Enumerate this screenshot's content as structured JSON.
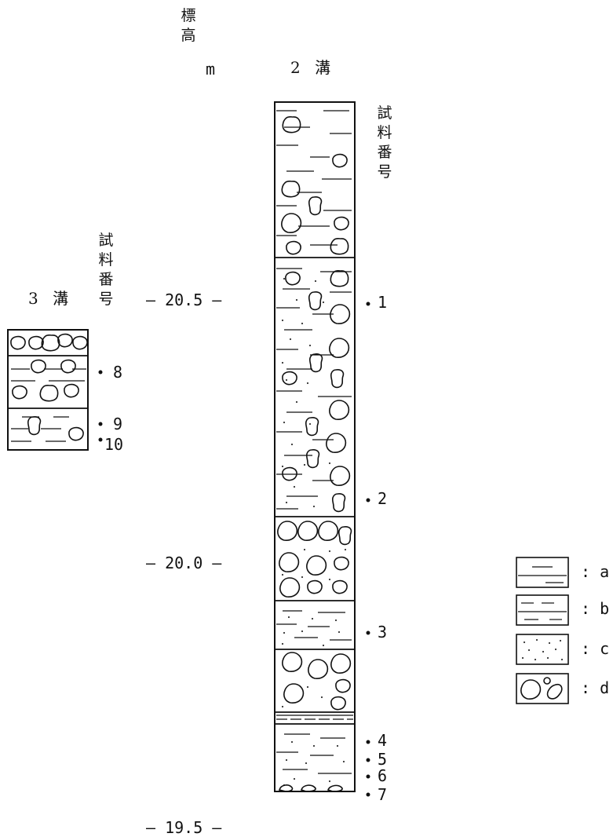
{
  "axis": {
    "title": "標高",
    "unit": "m",
    "ticks": [
      "— 20.5 —",
      "— 20.0 —",
      "— 19.5 —"
    ]
  },
  "trench2": {
    "label": "2 溝",
    "sample_header": "試料番号",
    "samples": [
      "1",
      "2",
      "3",
      "4",
      "5",
      "6",
      "7"
    ]
  },
  "trench3": {
    "label": "3 溝",
    "sample_header": "試料番号",
    "samples": [
      "8",
      "9",
      "10"
    ]
  },
  "legend": [
    {
      "key": "a",
      "label": ": a"
    },
    {
      "key": "b",
      "label": ": b"
    },
    {
      "key": "c",
      "label": ": c"
    },
    {
      "key": "d",
      "label": ": d"
    }
  ]
}
